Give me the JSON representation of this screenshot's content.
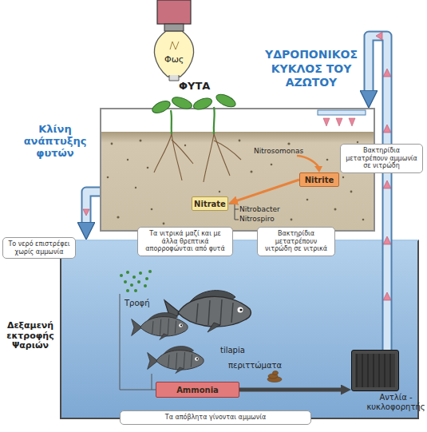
{
  "diagram": {
    "title": "ΥΔΡΟΠΟΝΙΚΟΣ ΚΥΚΛΟΣ ΤΟΥ ΑΖΩΤΟΥ",
    "nodes": [
      {
        "text": [
          "Κλίνη ανάπτυξης φυτών"
        ]
      },
      {
        "text": [
          "Nitrite"
        ],
        "in": 0
      },
      {
        "text": [
          "Nitrate"
        ],
        "in": 0
      },
      {
        "text": [
          "Δεξαμενή εκτροφής Ψαριών"
        ]
      },
      {
        "text": [
          "Ammonia"
        ],
        "in": 3
      },
      {
        "text": [
          "Αντλία - κυκλοφορητής"
        ],
        "in": 3
      },
      {
        "text": [
          "Βακτηρίδια μετατρέπουν αμμωνία σε νιτρώδη"
        ]
      },
      {
        "text": [
          "Το νερό επιστρέφει χωρίς αμμωνία"
        ]
      },
      {
        "text": [
          "Τα νιτρικά μαζί και με άλλα θρεπτικά απορροφώνται από φυτά"
        ]
      },
      {
        "text": [
          "Βακτηρίδια μετατρέπουν νιτρώδη σε νιτρικά"
        ]
      },
      {
        "text": [
          "Τα απόβλητα γίνονται αμμωνία"
        ]
      }
    ],
    "edges": [
      {
        "from": 4,
        "to": 5,
        "arrow": "to"
      },
      {
        "from": 5,
        "to": 0,
        "arrow": "to"
      },
      {
        "from": 1,
        "to": 2,
        "arrow": "to"
      },
      {
        "from": 0,
        "to": 3,
        "arrow": "to"
      }
    ],
    "labels": [
      "Φως",
      "ΦΥΤΑ",
      "Nitrosomonas",
      "Nitrobacter",
      "Nitrospiro",
      "Τροφή",
      "tilapia",
      "περιττώματα"
    ]
  }
}
